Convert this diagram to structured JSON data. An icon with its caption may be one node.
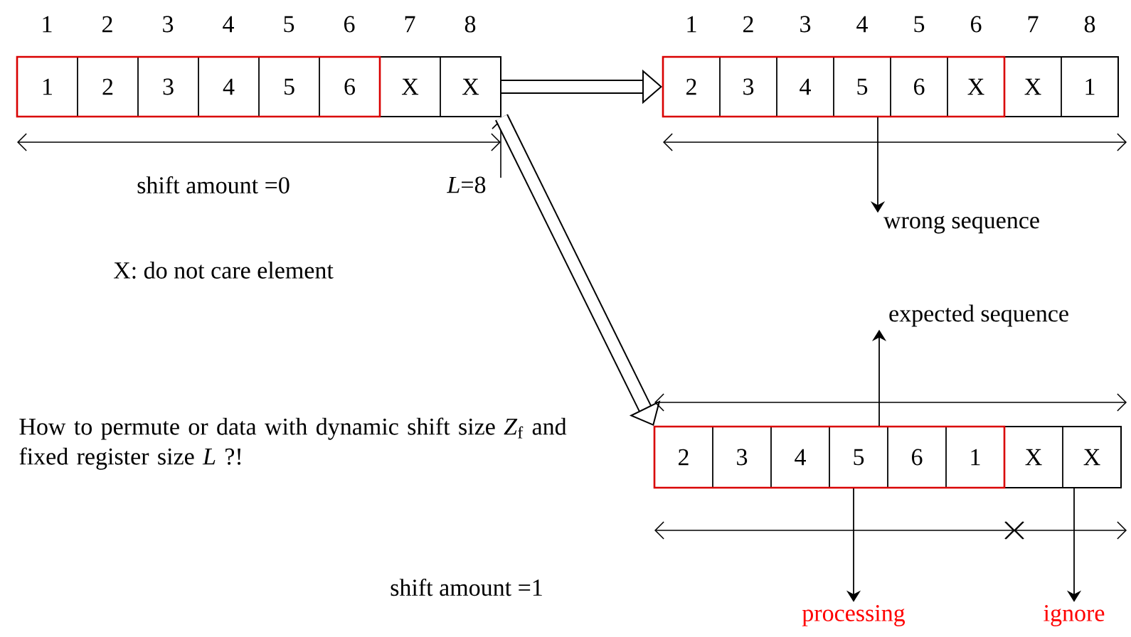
{
  "diagram": {
    "nodes": [
      {
        "text": [],
        "shape": "box"
      },
      {
        "text": [],
        "shape": "box",
        "in": 0
      },
      {
        "text": [
          "1"
        ],
        "in": 1
      },
      {
        "text": [
          "2"
        ],
        "in": 1
      },
      {
        "text": [
          "3"
        ],
        "in": 1
      },
      {
        "text": [
          "4"
        ],
        "in": 1
      },
      {
        "text": [
          "5"
        ],
        "in": 1
      },
      {
        "text": [
          "6"
        ],
        "in": 1
      },
      {
        "text": [
          "X"
        ],
        "in": 0
      },
      {
        "text": [
          "X"
        ],
        "in": 0
      },
      {
        "text": [],
        "shape": "box"
      },
      {
        "text": [],
        "shape": "box",
        "in": 10
      },
      {
        "text": [
          "2"
        ],
        "in": 11
      },
      {
        "text": [
          "3"
        ],
        "in": 11
      },
      {
        "text": [
          "4"
        ],
        "in": 11
      },
      {
        "text": [
          "5"
        ],
        "in": 11
      },
      {
        "text": [
          "6"
        ],
        "in": 11
      },
      {
        "text": [
          "X"
        ],
        "in": 11
      },
      {
        "text": [
          "X"
        ],
        "in": 10
      },
      {
        "text": [
          "1"
        ],
        "in": 10
      },
      {
        "text": [
          "wrong sequence"
        ]
      },
      {
        "text": [
          "expected sequence"
        ]
      },
      {
        "text": [],
        "shape": "box"
      },
      {
        "text": [],
        "shape": "box",
        "in": 22
      },
      {
        "text": [
          "2"
        ],
        "in": 23
      },
      {
        "text": [
          "3"
        ],
        "in": 23
      },
      {
        "text": [
          "4"
        ],
        "in": 23
      },
      {
        "text": [
          "5"
        ],
        "in": 23
      },
      {
        "text": [
          "6"
        ],
        "in": 23
      },
      {
        "text": [
          "1"
        ],
        "in": 23
      },
      {
        "text": [
          "X"
        ],
        "in": 22
      },
      {
        "text": [
          "X"
        ],
        "in": 22
      },
      {
        "text": [
          "processing"
        ]
      },
      {
        "text": [
          "ignore"
        ]
      }
    ],
    "edges": [
      {
        "from": 0,
        "to": 10,
        "arrow": "to",
        "style": "thick"
      },
      {
        "from": 0,
        "to": 22,
        "arrow": "to",
        "style": "thick"
      },
      {
        "from": 10,
        "to": 20,
        "arrow": "to"
      },
      {
        "from": 22,
        "to": 21,
        "arrow": "to"
      },
      {
        "from": 22,
        "to": 32,
        "arrow": "to"
      },
      {
        "from": 22,
        "to": 33,
        "arrow": "to"
      }
    ],
    "labels": [
      "1",
      "2",
      "3",
      "4",
      "5",
      "6",
      "7",
      "8",
      "1",
      "2",
      "3",
      "4",
      "5",
      "6",
      "7",
      "8",
      "shift amount =0",
      "*L*=8",
      "X: do not care element",
      "How to permute or data with dynamic shift size *Z*$_{f}$ and fixed register size *L* ?!",
      "shift amount =1"
    ]
  }
}
